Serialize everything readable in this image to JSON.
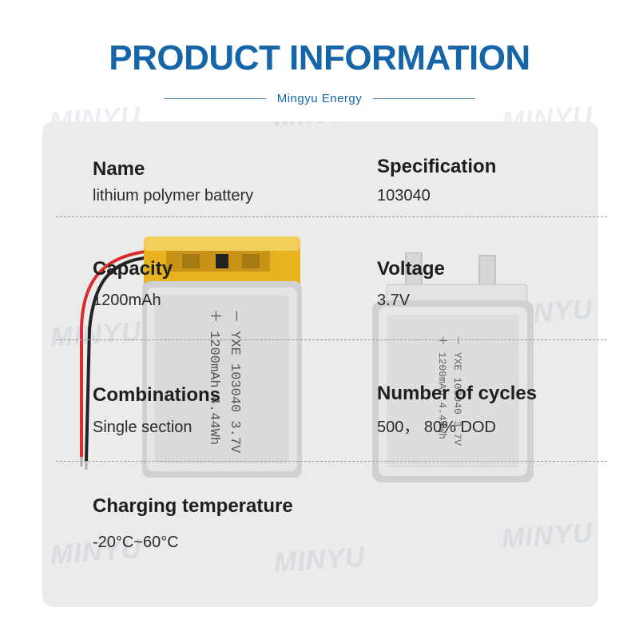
{
  "header": {
    "title": "PRODUCT INFORMATION",
    "subtitle": "Mingyu Energy"
  },
  "watermark_text": "MINYU",
  "specs": {
    "name": {
      "label": "Name",
      "value": "lithium polymer battery"
    },
    "specification": {
      "label": "Specification",
      "value": "103040"
    },
    "capacity": {
      "label": "Capacity",
      "value": "1200mAh"
    },
    "voltage": {
      "label": "Voltage",
      "value": "3.7V"
    },
    "combinations": {
      "label": "Combinations",
      "value": "Single section"
    },
    "cycles": {
      "label": "Number of cycles",
      "value": "500， 80% DOD"
    },
    "charging_temperature": {
      "label": "Charging temperature",
      "value": "-20°C~60°C"
    }
  },
  "battery_label": {
    "line1": "－ YXE 103040 3.7V",
    "line2": "＋ 1200mAh 4.44Wh"
  },
  "colors": {
    "brand_blue": "#1565a8",
    "panel_gray": "#ebebeb",
    "label_yellow": "#e8b21e",
    "wire_red": "#d92c2c",
    "wire_black": "#222222"
  }
}
